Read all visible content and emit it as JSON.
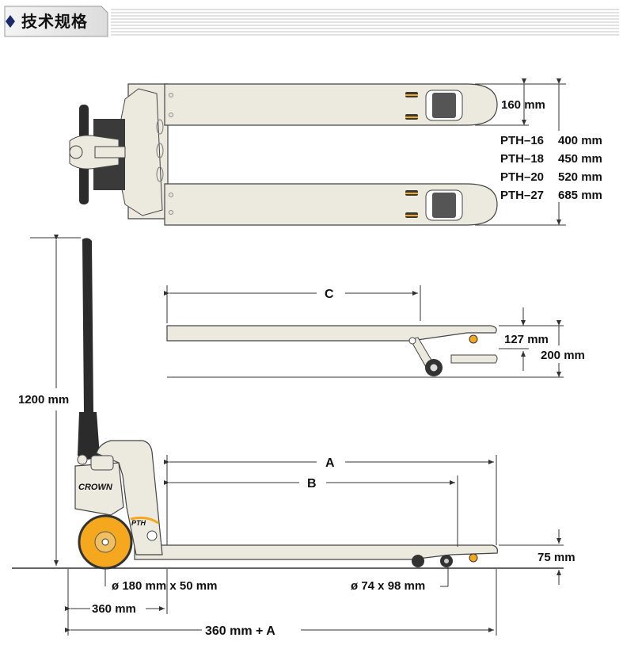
{
  "header": {
    "title": "技术规格",
    "bullet_icon": "diamond-icon"
  },
  "colors": {
    "truck_body": "#ece9df",
    "outline": "#444444",
    "wheel": "#f5a81e",
    "handle": "#2b2b2b",
    "dim_line": "#333333"
  },
  "top_view": {
    "fork_width": "160 mm",
    "models": [
      {
        "name": "PTH–16",
        "width": "400 mm"
      },
      {
        "name": "PTH–18",
        "width": "450 mm"
      },
      {
        "name": "PTH–20",
        "width": "520 mm"
      },
      {
        "name": "PTH–27",
        "width": "685 mm"
      }
    ]
  },
  "lowered_view": {
    "length_label": "C",
    "lift_height": "127 mm",
    "max_height": "200 mm"
  },
  "side_view": {
    "brand": "CROWN",
    "model_mark": "PTH",
    "handle_height": "1200 mm",
    "fork_length_label": "A",
    "fork_inner_label": "B",
    "fork_height": "75 mm",
    "steer_wheel": "ø 180 mm x 50 mm",
    "load_roller": "ø 74 x 98 mm",
    "rear_offset": "360 mm",
    "overall_length": "360 mm + A"
  }
}
